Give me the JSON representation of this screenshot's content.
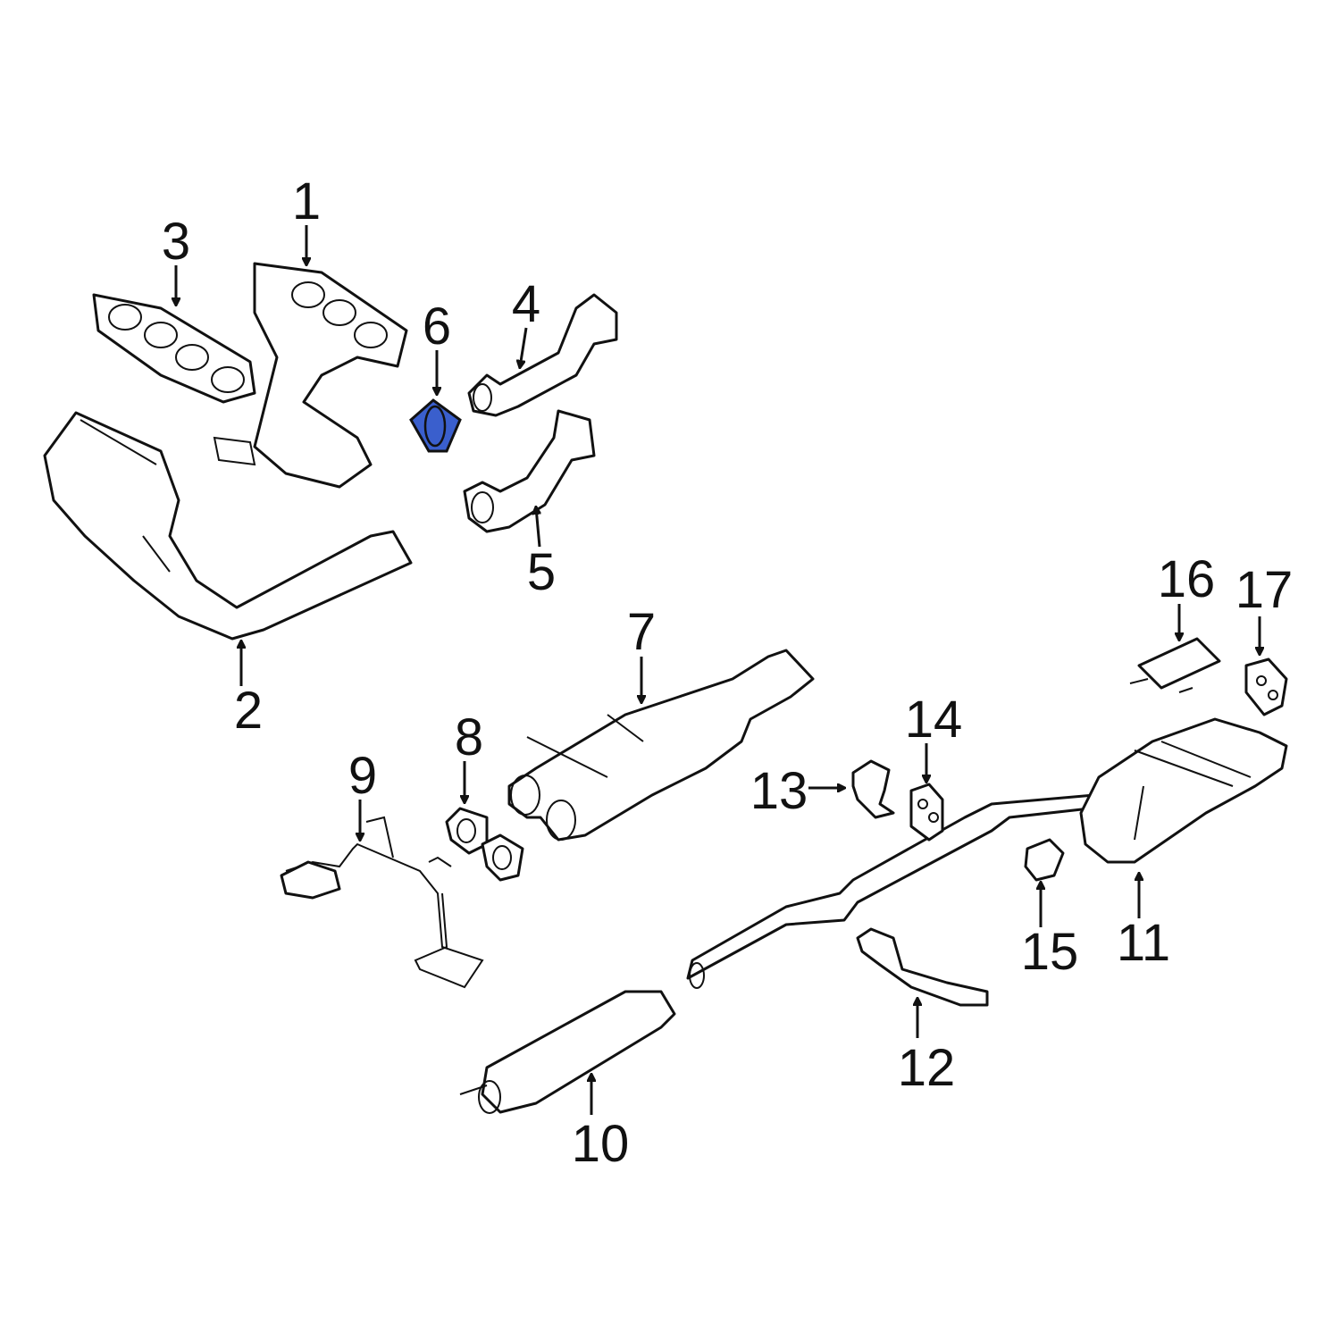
{
  "diagram": {
    "highlight_color": "#3a5fcd",
    "highlighted_part": "6",
    "callouts": [
      "1",
      "2",
      "3",
      "4",
      "5",
      "6",
      "7",
      "8",
      "9",
      "10",
      "11",
      "12",
      "13",
      "14",
      "15",
      "16",
      "17"
    ]
  }
}
